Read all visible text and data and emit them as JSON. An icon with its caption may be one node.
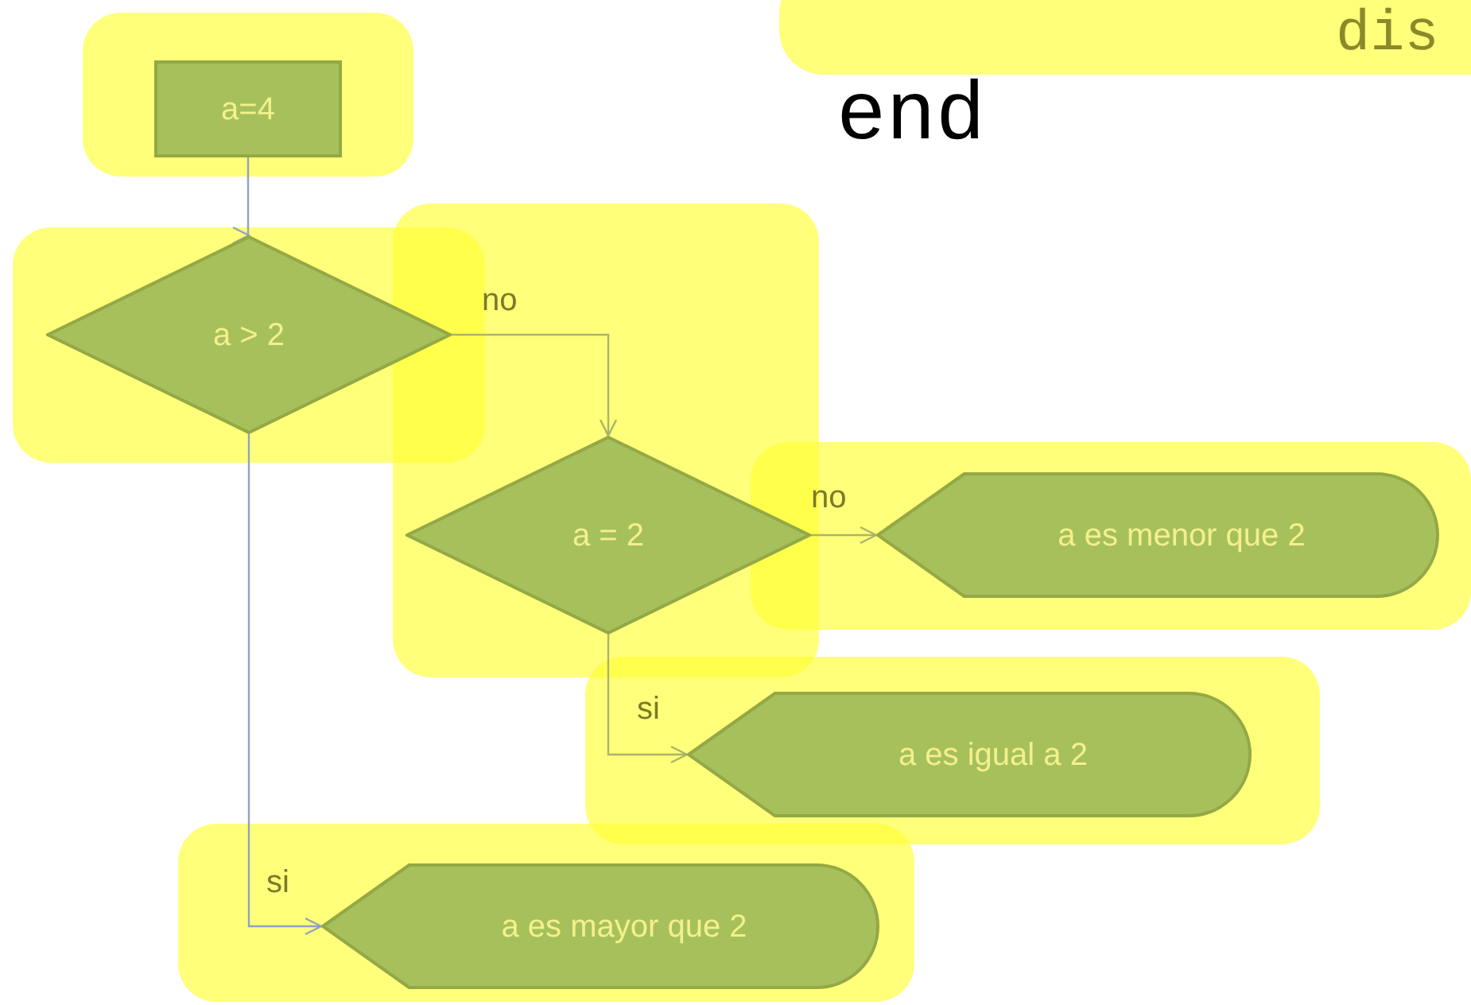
{
  "diagram": {
    "nodes": [
      {
        "text": [
          "a=4"
        ]
      },
      {
        "text": [
          "a > 2"
        ]
      },
      {
        "text": [
          "a = 2"
        ]
      },
      {
        "text": [
          "a es menor que 2"
        ]
      },
      {
        "text": [
          "a es igual a 2"
        ]
      },
      {
        "text": [
          "a es mayor que 2"
        ]
      }
    ],
    "edges": [
      {
        "from": 0,
        "to": 1,
        "arrow": "to",
        "color": "#8ea3c0"
      },
      {
        "from": 1,
        "to": 2,
        "arrow": "to",
        "label": "no"
      },
      {
        "from": 2,
        "to": 3,
        "arrow": "to",
        "label": "no"
      },
      {
        "from": 2,
        "to": 4,
        "arrow": "to",
        "label": "si"
      },
      {
        "from": 1,
        "to": 5,
        "arrow": "to",
        "label": "si",
        "color": "#8ea3c0"
      }
    ],
    "labels": [
      "dis",
      "end"
    ]
  }
}
